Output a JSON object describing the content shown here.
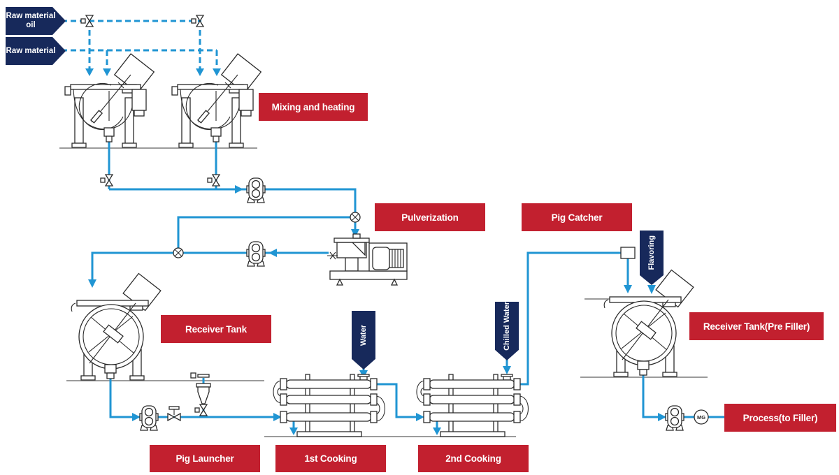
{
  "colors": {
    "pipe": "#2095d3",
    "red": "#c2202f",
    "navy": "#17295b",
    "line": "#2b2b2b",
    "ground": "#9b9b9b"
  },
  "banners": {
    "raw_material_oil": "Raw material oil",
    "raw_material": "Raw material",
    "water": "Water",
    "chilled_water": "Chilled Water",
    "flavoring": "Flavoring"
  },
  "labels": {
    "mixing_heating": "Mixing and heating",
    "pulverization": "Pulverization",
    "pig_catcher": "Pig Catcher",
    "receiver_tank": "Receiver Tank",
    "receiver_tank_pre_filler": "Receiver Tank(Pre Filler)",
    "process_to_filler": "Process(to Filler)",
    "pig_launcher": "Pig Launcher",
    "first_cooking": "1st Cooking",
    "second_cooking": "2nd Cooking"
  },
  "equipment": {
    "mg_meter": "MG"
  }
}
